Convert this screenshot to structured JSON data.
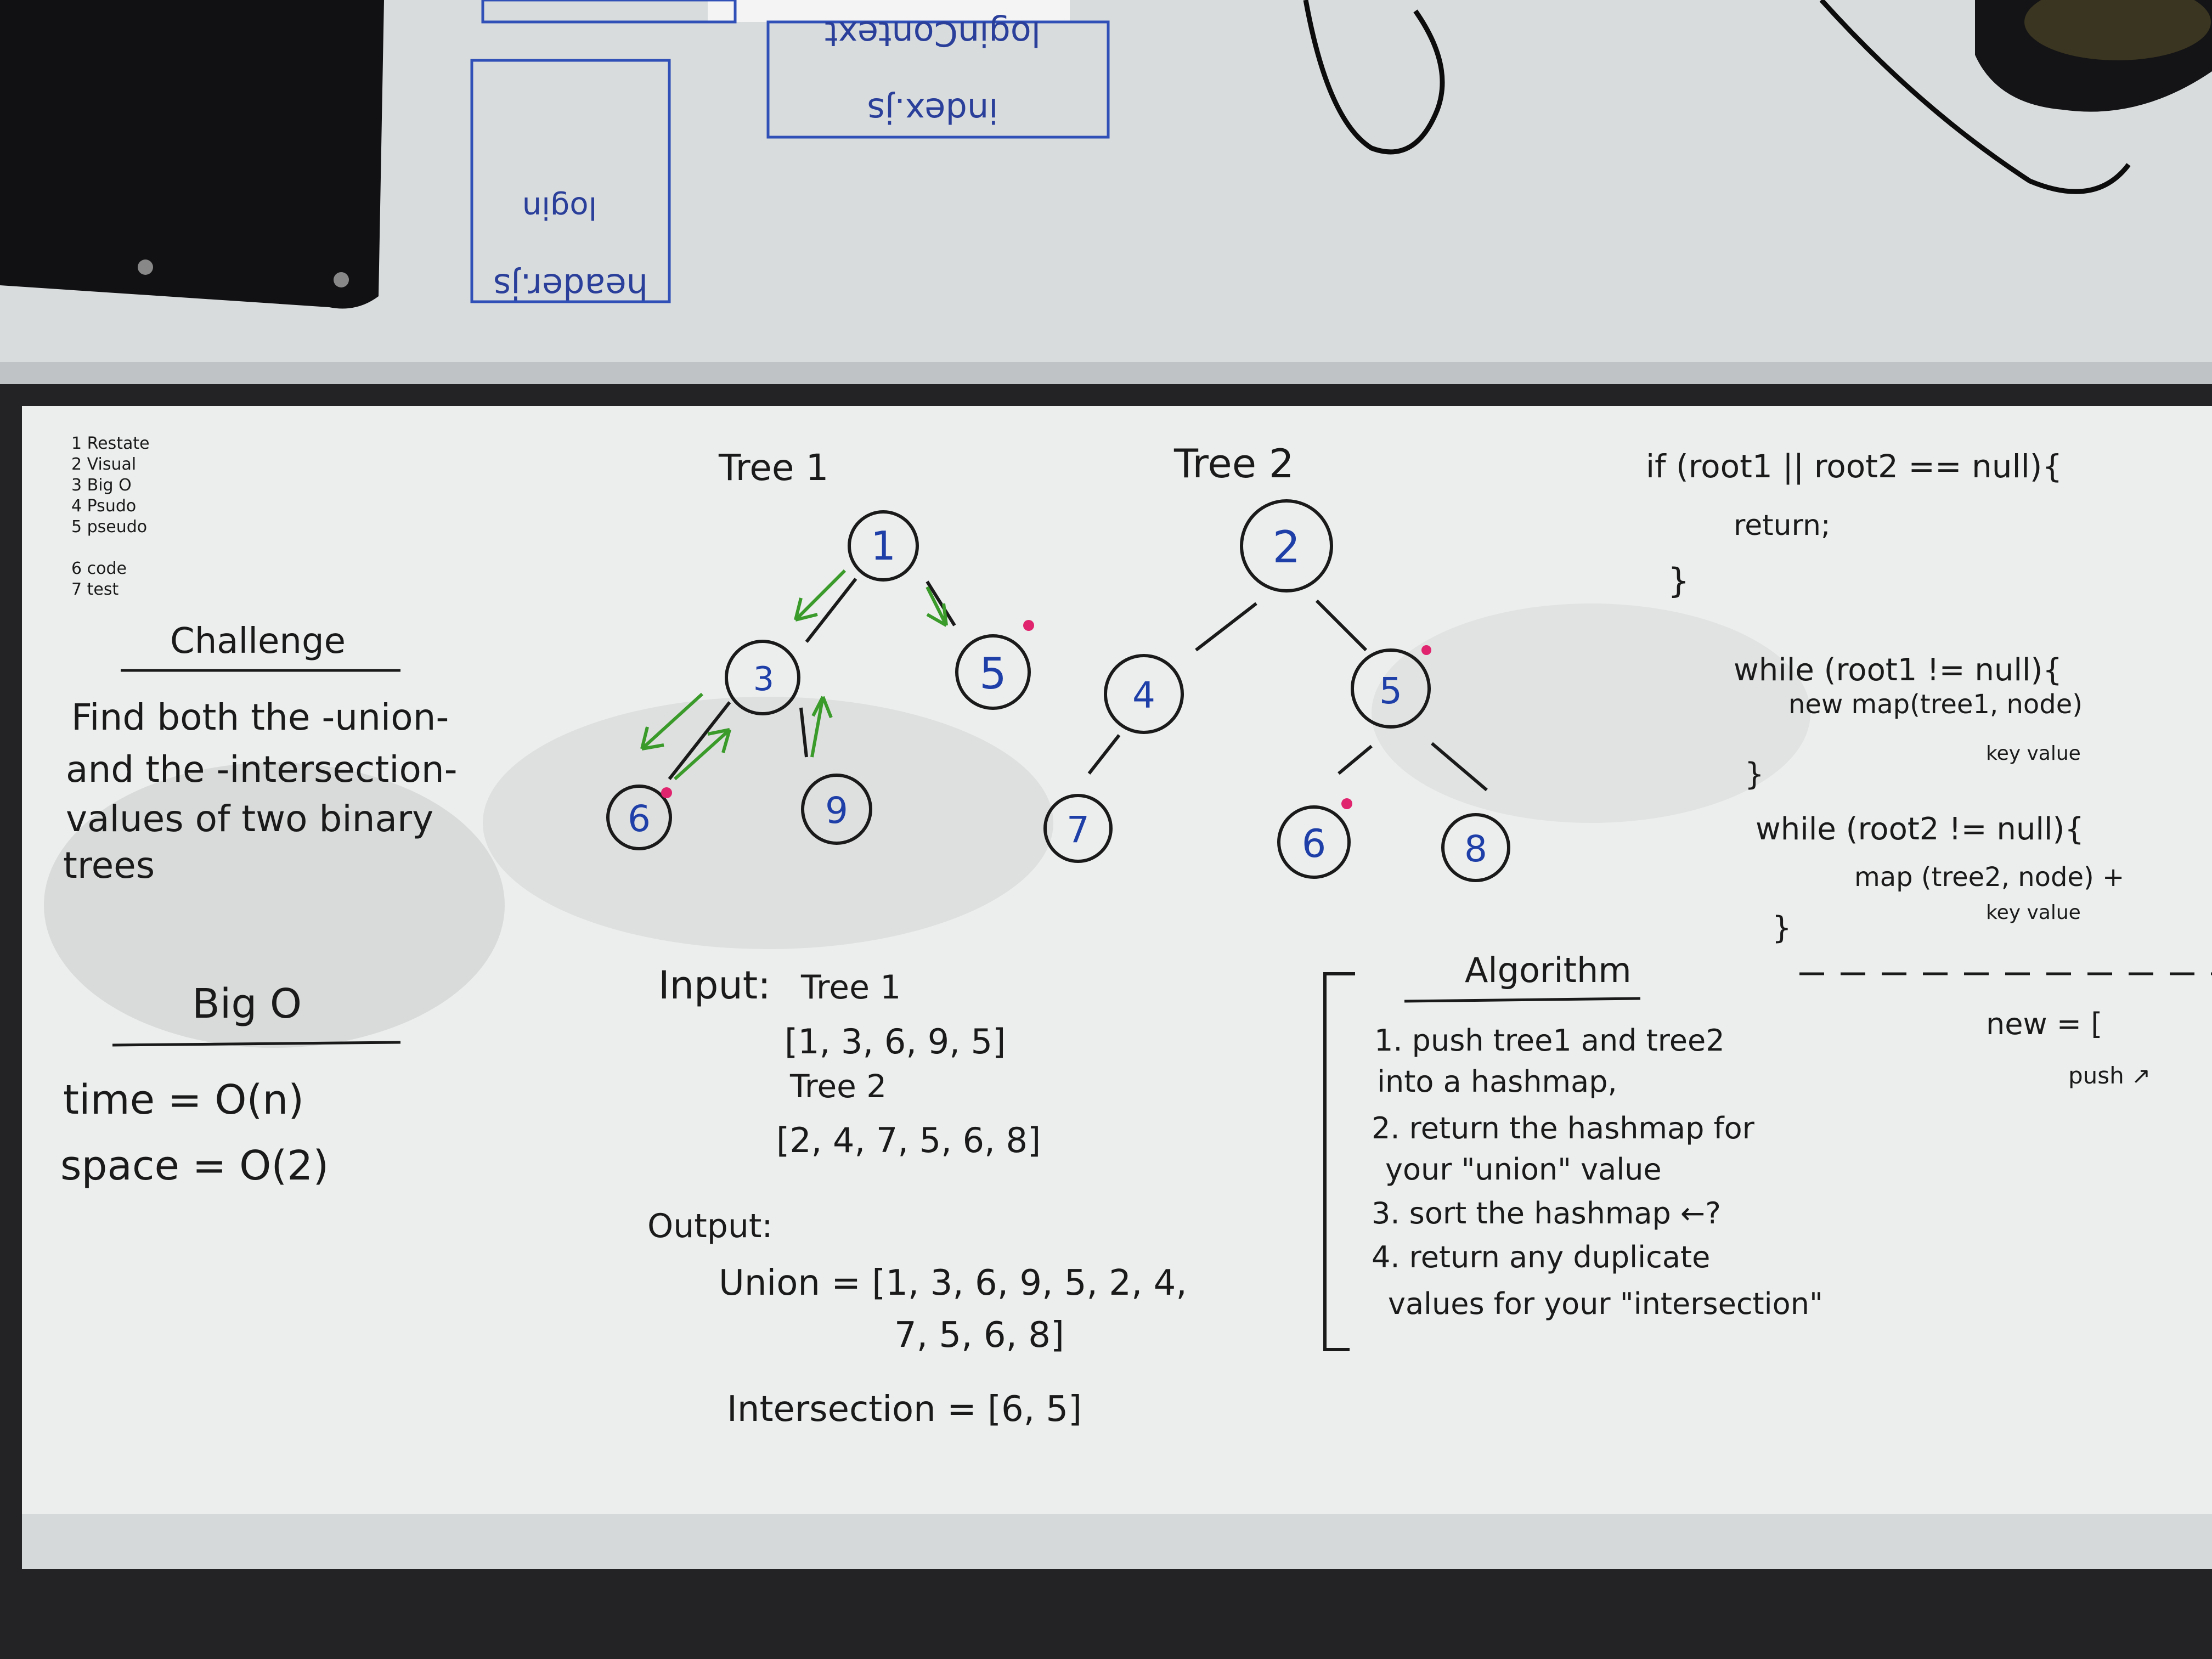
{
  "colors": {
    "ink": "#1a1a1a",
    "node_blue": "#1f3fa8",
    "arrow_green": "#3a9a2a",
    "dot_pink": "#e0246e",
    "board": "#eceeee",
    "table": "#dcdfe0"
  },
  "upper_board": {
    "note1": "loginContext",
    "note2": "index.js",
    "note3": "login",
    "note4": "header.js"
  },
  "steps_list": [
    "1 Restate",
    "2 Visual",
    "3 Big O",
    "4 Psudo",
    "5 pseudo",
    "6 code",
    "7 test"
  ],
  "challenge": {
    "title": "Challenge",
    "lines": [
      "Find both the -union-",
      "and the -intersection-",
      "values of two binary",
      "trees"
    ]
  },
  "tree1": {
    "label": "Tree 1",
    "nodes": [
      "1",
      "3",
      "5",
      "6",
      "9"
    ]
  },
  "tree2": {
    "label": "Tree 2",
    "nodes": [
      "2",
      "4",
      "5",
      "7",
      "6",
      "8"
    ]
  },
  "big_o": {
    "title": "Big O",
    "time": "time = O(n)",
    "space": "space = O(2)"
  },
  "input": {
    "label": "Input:",
    "tree1_label": "Tree 1",
    "tree1_values": "[1, 3, 6, 9, 5]",
    "tree2_label": "Tree 2",
    "tree2_values": "[2, 4, 7, 5, 6, 8]"
  },
  "output": {
    "label": "Output:",
    "union_line1": "Union = [1, 3, 6, 9, 5, 2, 4,",
    "union_line2": "7, 5, 6, 8]",
    "intersection": "Intersection = [6, 5]"
  },
  "algorithm": {
    "title": "Algorithm",
    "lines": [
      "1. push tree1 and tree2",
      "into a hashmap,",
      "2. return the hashmap for",
      "your \"union\" value",
      "3. sort the hashmap ←?",
      "4. return any duplicate",
      "values for your \"intersection\""
    ]
  },
  "code": {
    "lines": [
      "if (root1 || root2 == null){",
      "return;",
      "}",
      "while (root1 != null){",
      "new map(tree1, node)",
      "key value",
      "}",
      "while (root2 != null){",
      "map (tree2, node) +",
      "key value",
      "}",
      "new = [",
      "push ↗"
    ]
  }
}
